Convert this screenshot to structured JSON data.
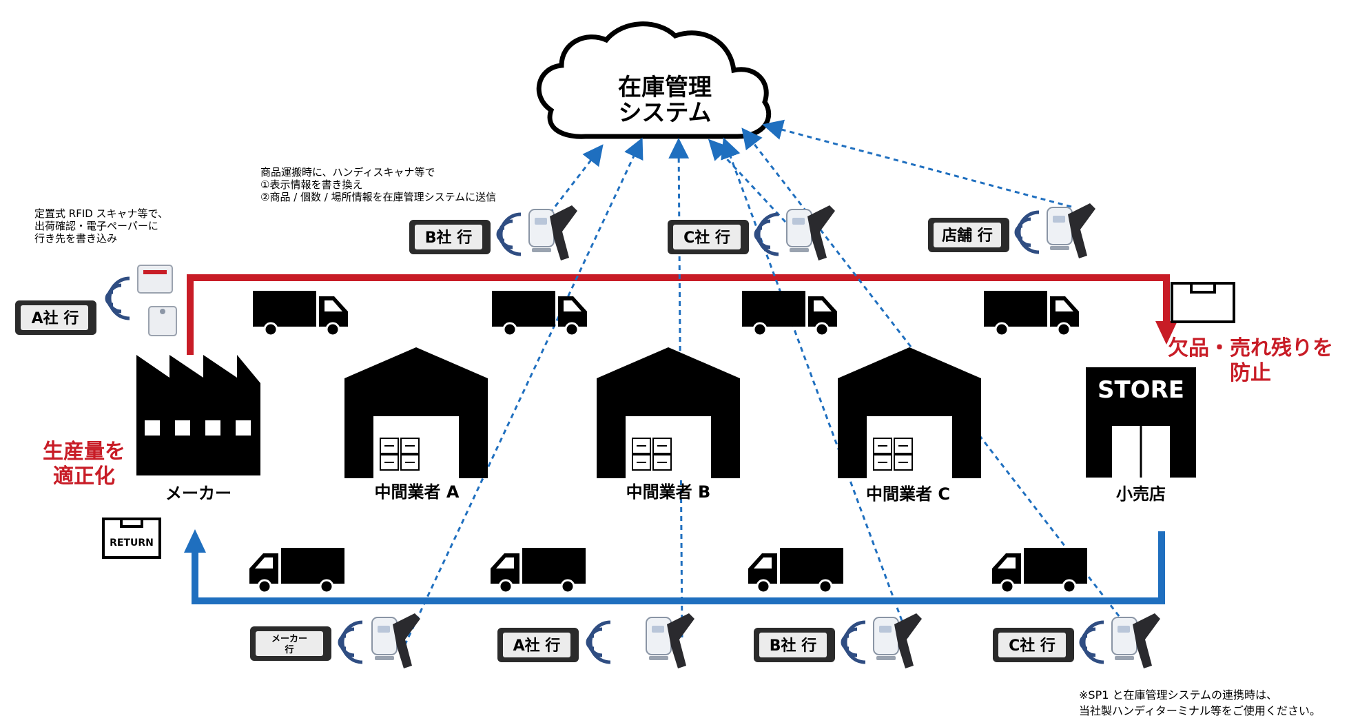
{
  "cloud": {
    "line1": "在庫管理",
    "line2": "システム"
  },
  "notes": {
    "fixed_reader": [
      "定置式 RFID スキャナ等で、",
      "出荷確認・電子ペーパーに",
      "行き先を書き込み"
    ],
    "handy": [
      "商品運搬時に、ハンディスキャナ等で",
      "①表示情報を書き換え",
      "②商品 / 個数 / 場所情報を在庫管理システムに送信"
    ],
    "footnote": [
      "※SP1 と在庫管理システムの連携時は、",
      "当社製ハンディターミナル等をご使用ください。"
    ]
  },
  "entities": {
    "maker": "メーカー",
    "mid_a": "中間業者 A",
    "mid_b": "中間業者 B",
    "mid_c": "中間業者 C",
    "retail": "小売店",
    "store_sign": "STORE",
    "return_box": "RETURN"
  },
  "callouts": {
    "left": [
      "生産量を",
      "適正化"
    ],
    "right": [
      "欠品・売れ残りを",
      "防止"
    ]
  },
  "tags": {
    "top_left": "A社 行",
    "top_b": "B社 行",
    "top_c": "C社 行",
    "top_store": "店舗 行",
    "bottom_maker": [
      "メーカー",
      "行"
    ],
    "bottom_a": "A社 行",
    "bottom_b": "B社 行",
    "bottom_c": "C社 行"
  },
  "colors": {
    "forward_flow": "#c81c26",
    "return_flow": "#1f6fbf",
    "data_link": "#1f6fbf",
    "callout": "#c81c26",
    "icon": "#000000"
  }
}
